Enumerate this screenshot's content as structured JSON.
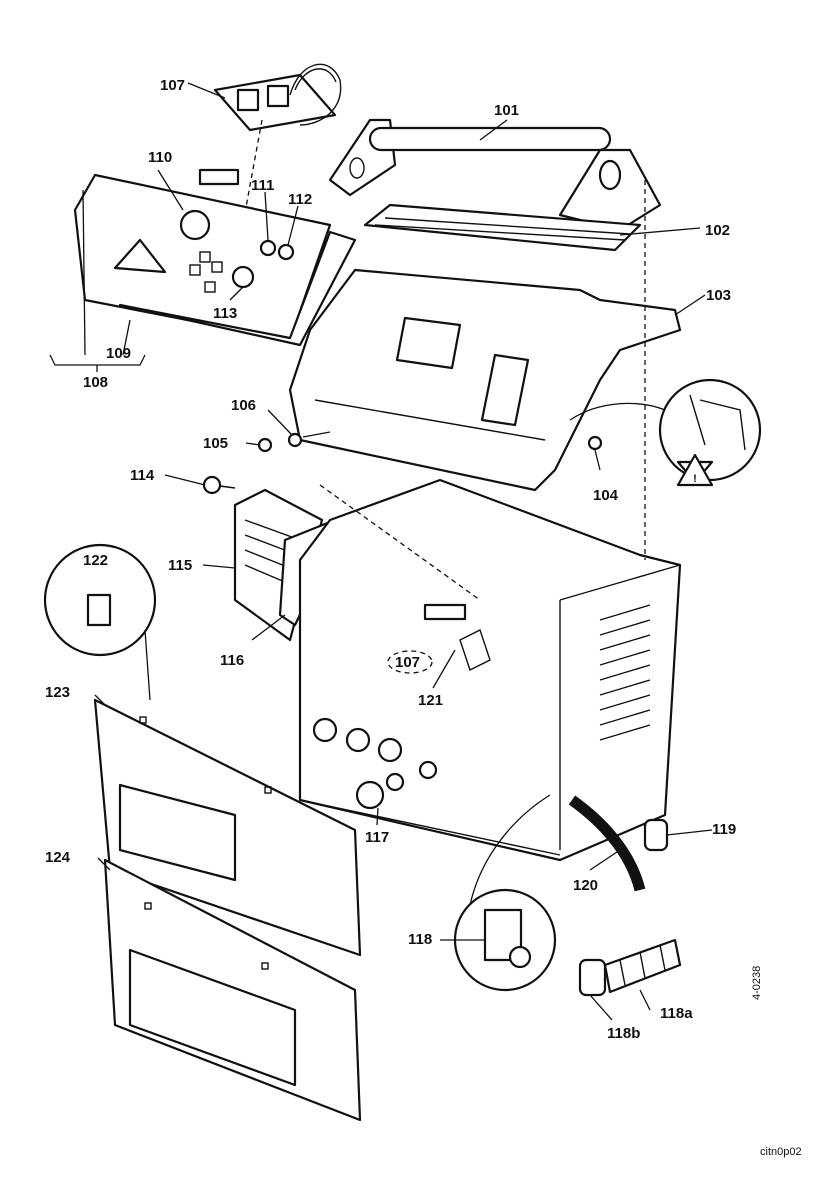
{
  "diagram": {
    "type": "exploded parts diagram",
    "callouts": [
      {
        "id": "p101",
        "label": "101"
      },
      {
        "id": "p102",
        "label": "102"
      },
      {
        "id": "p103",
        "label": "103"
      },
      {
        "id": "p104",
        "label": "104"
      },
      {
        "id": "p105",
        "label": "105"
      },
      {
        "id": "p106",
        "label": "106"
      },
      {
        "id": "p107",
        "label": "107"
      },
      {
        "id": "p107ref",
        "label": "107"
      },
      {
        "id": "p108",
        "label": "108"
      },
      {
        "id": "p109",
        "label": "109"
      },
      {
        "id": "p110",
        "label": "110"
      },
      {
        "id": "p111",
        "label": "111"
      },
      {
        "id": "p112",
        "label": "112"
      },
      {
        "id": "p113",
        "label": "113"
      },
      {
        "id": "p114",
        "label": "114"
      },
      {
        "id": "p115",
        "label": "115"
      },
      {
        "id": "p116",
        "label": "116"
      },
      {
        "id": "p117",
        "label": "117"
      },
      {
        "id": "p118",
        "label": "118"
      },
      {
        "id": "p118a",
        "label": "118a"
      },
      {
        "id": "p118b",
        "label": "118b"
      },
      {
        "id": "p119",
        "label": "119"
      },
      {
        "id": "p120",
        "label": "120"
      },
      {
        "id": "p121",
        "label": "121"
      },
      {
        "id": "p122",
        "label": "122"
      },
      {
        "id": "p123",
        "label": "123"
      },
      {
        "id": "p124",
        "label": "124"
      }
    ],
    "drawing_number": "4-0238",
    "figure_code": "citn0p02",
    "warning_symbol": "warning-triangle-icon"
  }
}
